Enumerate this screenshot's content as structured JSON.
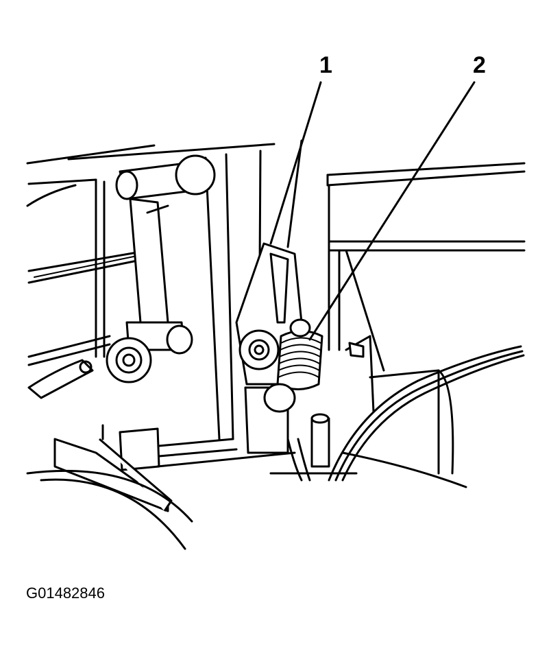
{
  "callouts": [
    {
      "label": "1"
    },
    {
      "label": "2"
    }
  ],
  "figure_id": "G01482846"
}
